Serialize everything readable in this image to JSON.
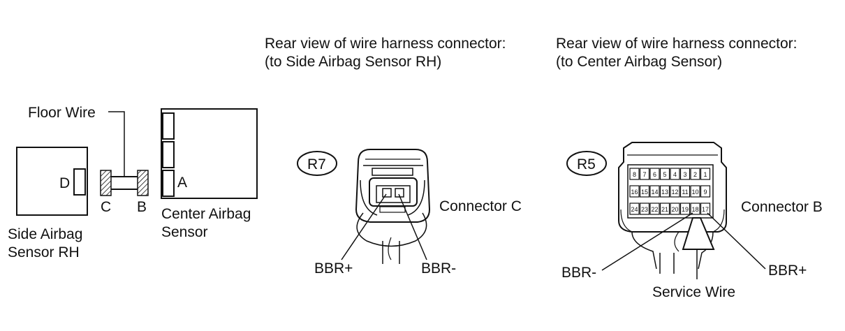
{
  "layout_view": {
    "floor_wire_label": "Floor Wire",
    "side_sensor_label_line1": "Side Airbag",
    "side_sensor_label_line2": "Sensor RH",
    "center_sensor_label_line1": "Center Airbag",
    "center_sensor_label_line2": "Sensor",
    "terminal_a": "A",
    "terminal_b": "B",
    "terminal_c": "C",
    "terminal_d": "D"
  },
  "connector_c_view": {
    "heading_line1": "Rear view of wire harness connector:",
    "heading_line2": "(to Side Airbag Sensor RH)",
    "code": "R7",
    "name": "Connector C",
    "pin_left": "BBR+",
    "pin_right": "BBR-"
  },
  "connector_b_view": {
    "heading_line1": "Rear view of wire harness connector:",
    "heading_line2": "(to Center Airbag Sensor)",
    "code": "R5",
    "name": "Connector B",
    "pin_left": "BBR-",
    "pin_right": "BBR+",
    "service_wire": "Service Wire",
    "pins_row1": [
      "8",
      "7",
      "6",
      "5",
      "4",
      "3",
      "2",
      "1"
    ],
    "pins_row2": [
      "16",
      "15",
      "14",
      "13",
      "12",
      "11",
      "10",
      "9"
    ],
    "pins_row3": [
      "24",
      "23",
      "22",
      "21",
      "20",
      "19",
      "18",
      "17"
    ]
  }
}
